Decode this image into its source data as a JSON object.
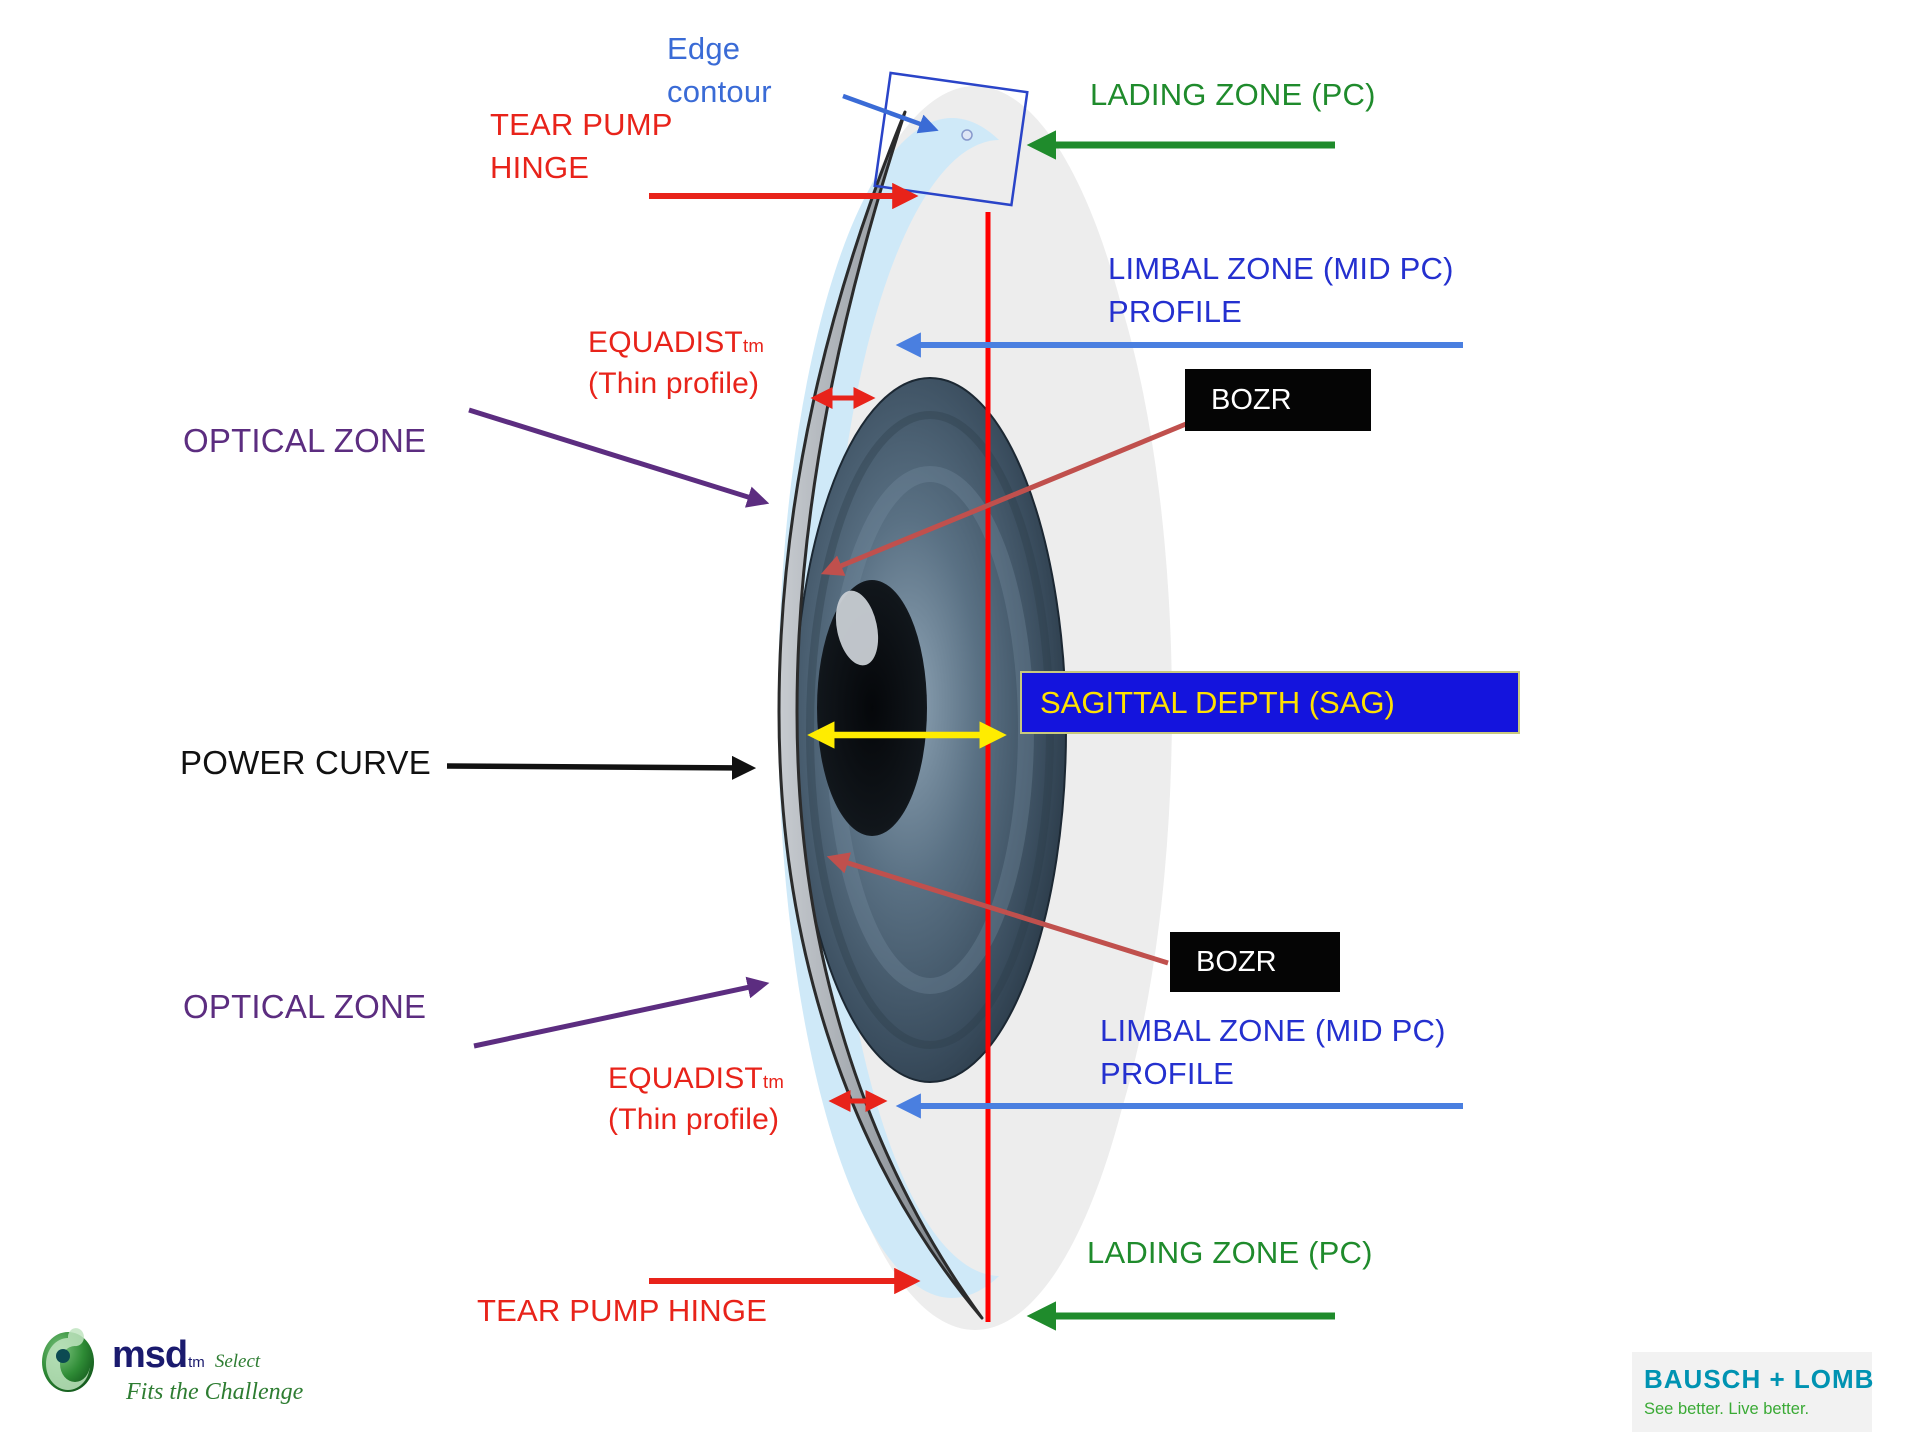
{
  "colors": {
    "red": "#e8231a",
    "green": "#1f8b2c",
    "blue": "#2430cf",
    "royal": "#4a7fe0",
    "edge_blue": "#3a6bd6",
    "purple": "#5c2d80",
    "ink": "#111111",
    "yellow": "#ffec00",
    "brick": "#c0504d",
    "sag_bg": "#1414dd",
    "sag_text": "#ffe100",
    "bozr_bg": "#050505",
    "bozr_text": "#ffffff",
    "msd_navy": "#1a1a6e",
    "msd_green": "#2e7d32",
    "bl_teal": "#0093b2",
    "bl_green": "#3aaa35"
  },
  "labels": {
    "edge_contour": "Edge contour",
    "tear_pump_hinge_top": "TEAR PUMP HINGE",
    "lading_zone_top": "LADING ZONE (PC)",
    "limbal_zone_top": {
      "line1": "LIMBAL ZONE (MID PC)",
      "line2": "PROFILE"
    },
    "equadist_top": {
      "name": "EQUADIST",
      "tm": "tm",
      "sub": "(Thin profile)"
    },
    "optical_zone_top": "OPTICAL ZONE",
    "bozr_top": "BOZR",
    "sagittal_depth": "SAGITTAL DEPTH (SAG)",
    "power_curve": "POWER CURVE",
    "bozr_bottom": "BOZR",
    "optical_zone_bottom": "OPTICAL ZONE",
    "equadist_bottom": {
      "name": "EQUADIST",
      "tm": "tm",
      "sub": "(Thin profile)"
    },
    "limbal_zone_bottom": {
      "line1": "LIMBAL ZONE (MID PC)",
      "line2": "PROFILE"
    },
    "tear_pump_hinge_bottom": "TEAR PUMP HINGE",
    "lading_zone_bottom": "LADING ZONE (PC)"
  },
  "logos": {
    "msd": {
      "name": "msd",
      "tm": "tm",
      "select": "Select",
      "tagline": "Fits the Challenge"
    },
    "bausch_lomb": {
      "name": "BAUSCH + LOMB",
      "tagline": "See better. Live better."
    }
  }
}
